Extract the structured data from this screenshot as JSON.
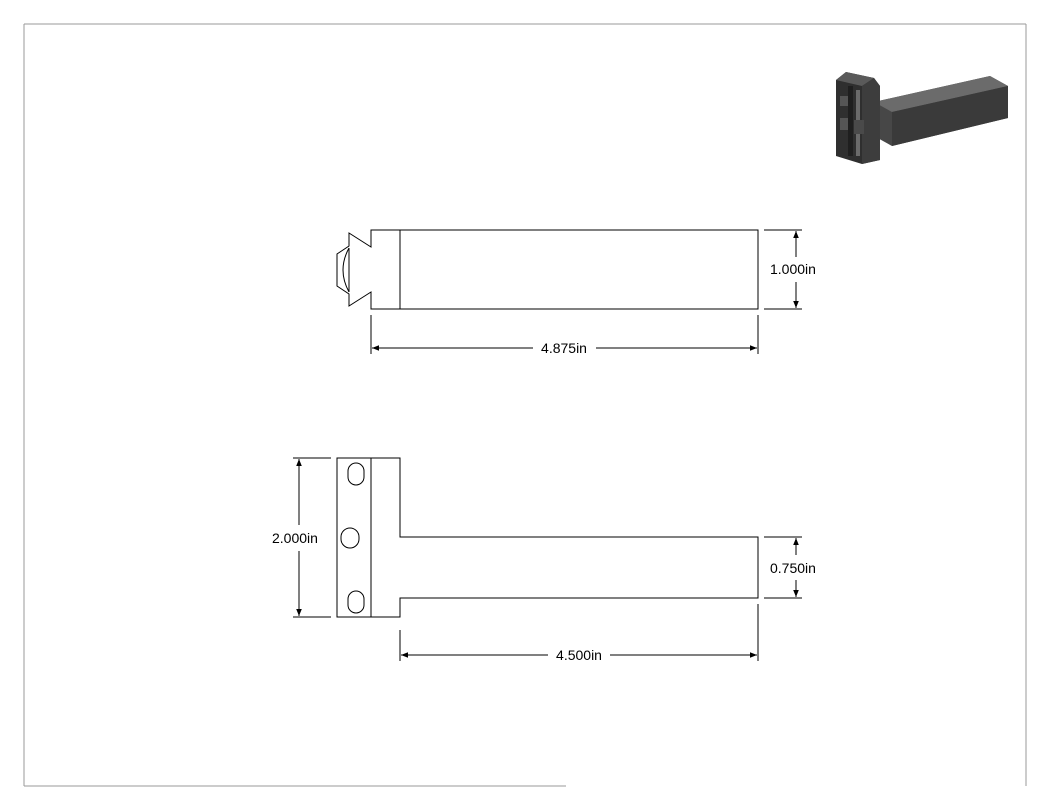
{
  "drawing": {
    "dimensions": {
      "front_height": "1.000in",
      "front_length": "4.875in",
      "top_width": "2.000in",
      "top_arm_width": "0.750in",
      "top_arm_length": "4.500in"
    },
    "colors": {
      "line": "#000000",
      "border": "#9a9a9a",
      "iso_dark": "#2f2f2f",
      "iso_mid": "#474747",
      "iso_light": "#6b6b6b"
    }
  }
}
